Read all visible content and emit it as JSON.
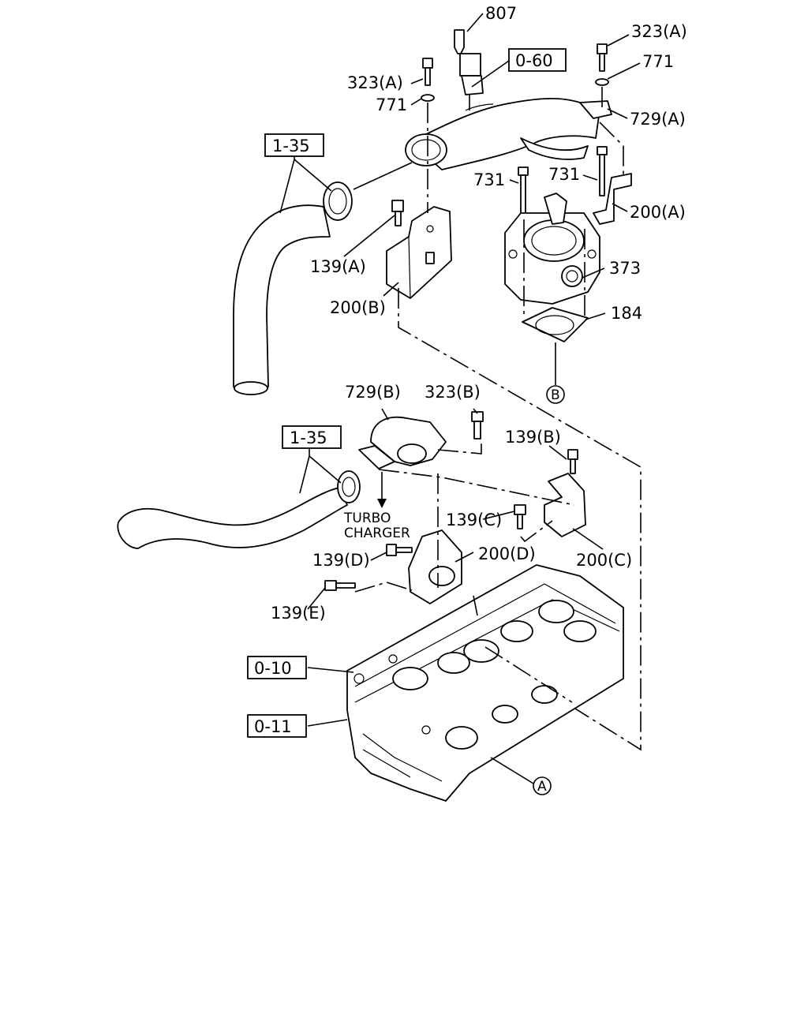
{
  "labels": {
    "l807": "807",
    "l060": "0-60",
    "l323a_top": "323(A)",
    "l771_top": "771",
    "l323a_left": "323(A)",
    "l771_left": "771",
    "l729a": "729(A)",
    "l135_top": "1-35",
    "l731_left": "731",
    "l731_right": "731",
    "l200a": "200(A)",
    "l139a": "139(A)",
    "l373": "373",
    "l200b": "200(B)",
    "l184": "184",
    "refB": "B",
    "l729b": "729(B)",
    "l323b": "323(B)",
    "l139b": "139(B)",
    "l135_bottom": "1-35",
    "turbo1": "TURBO",
    "turbo2": "CHARGER",
    "l139c": "139(C)",
    "l139d": "139(D)",
    "l200d": "200(D)",
    "l200c": "200(C)",
    "l139e": "139(E)",
    "l010": "0-10",
    "l011": "0-11",
    "refA": "A"
  }
}
